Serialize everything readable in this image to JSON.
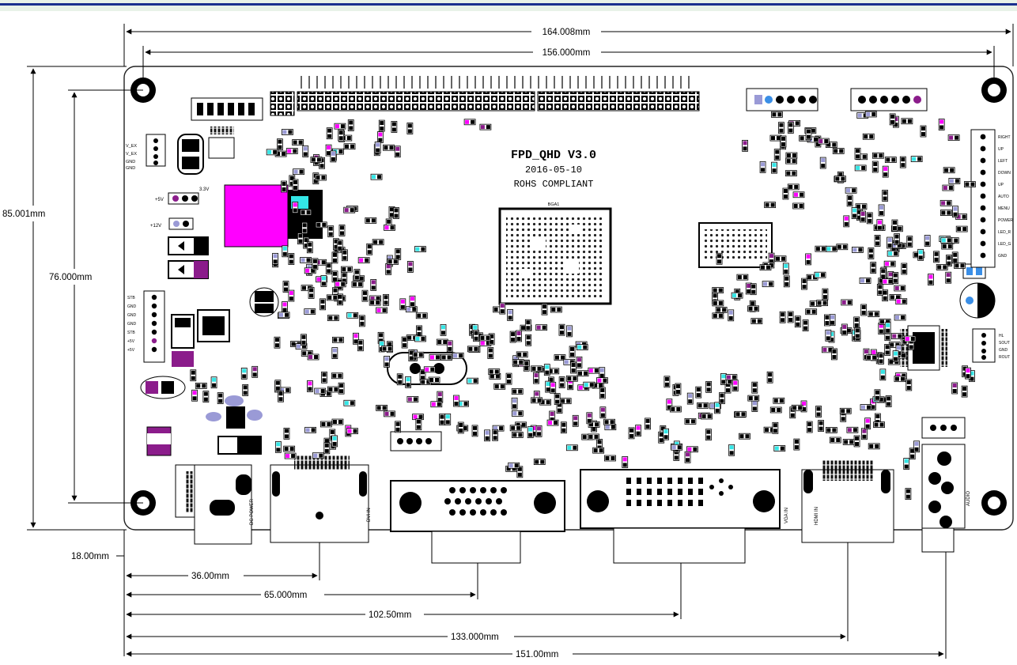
{
  "board": {
    "model": "FPD_QHD  V3.0",
    "date": "2016-05-10",
    "compliance": "ROHS COMPLIANT",
    "chip_label": "BGA1"
  },
  "dimensions": {
    "top_overall": "164.008mm",
    "top_holes": "156.000mm",
    "left_overall": "85.001mm",
    "left_holes": "76.000mm",
    "bottom_1": "18.00mm",
    "bottom_2": "36.00mm",
    "bottom_3": "65.000mm",
    "bottom_4": "102.50mm",
    "bottom_5": "133.000mm",
    "bottom_6": "151.00mm"
  },
  "connector_labels": {
    "power_left": [
      "V_EX",
      "V_EX",
      "GND",
      "GND"
    ],
    "jumper_5v": "+5V",
    "jumper_12v": "+12V",
    "jumper_33": "3.3V",
    "j1": [
      "STB",
      "GND",
      "GND",
      "GND",
      "STB",
      "+5V",
      "+5V"
    ],
    "j5": [
      "RIGHT",
      "UP",
      "LEFT",
      "DOWN",
      "UP",
      "AUTO",
      "MENU",
      "POWER",
      "LED_R",
      "LED_G",
      "GND"
    ],
    "j8": [
      "HL",
      "SOUT",
      "GND",
      "ROUT"
    ]
  },
  "port_labels": {
    "dc_power": "DC POWER",
    "dvi": "DVI IN",
    "vga": "VGA IN",
    "hdmi": "HDMI IN",
    "audio": "AUDIO"
  },
  "colors": {
    "board_outline": "#222222",
    "trace": "#000000",
    "magenta": "#ff00ff",
    "purple": "#8b1c8b",
    "cyan": "#33e6e6",
    "lavender": "#9a9ad6",
    "header_bar": "#1a2f8f"
  }
}
